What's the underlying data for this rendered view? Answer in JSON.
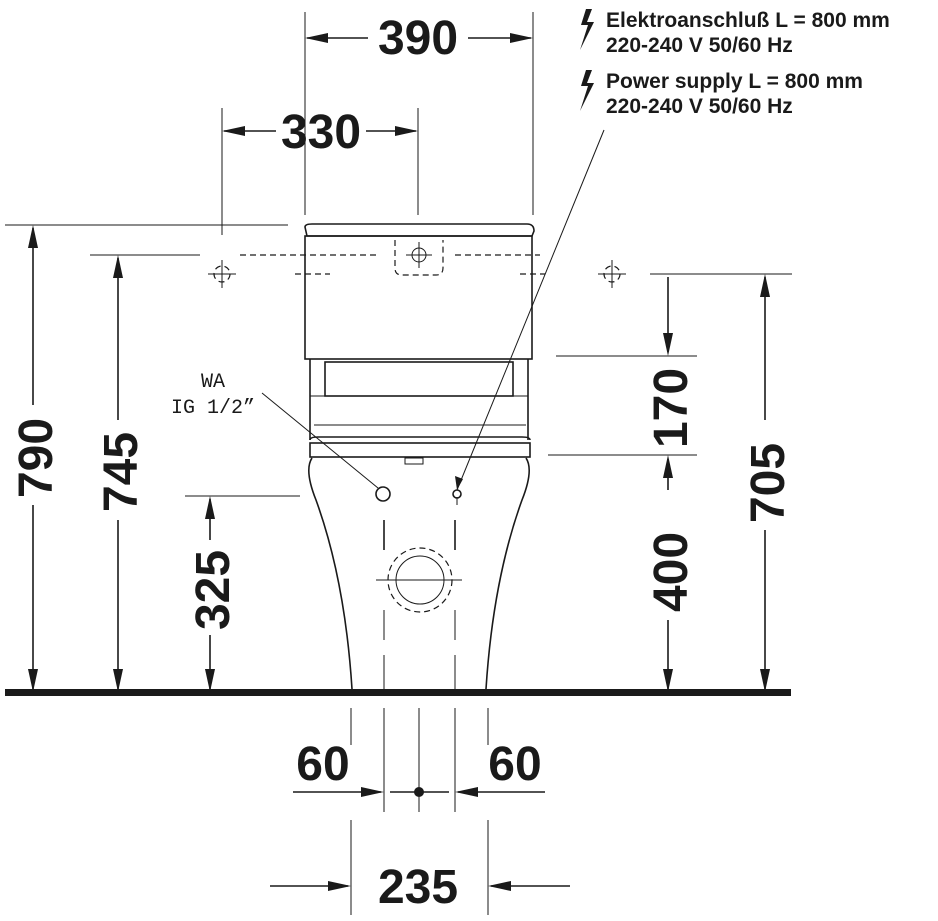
{
  "dimensions": {
    "top_outer": "390",
    "top_inner": "330",
    "overall_height": "790",
    "fixing_height": "745",
    "supply_height": "325",
    "right_upper": "170",
    "right_lower": "400",
    "right_total": "705",
    "offset_left": "60",
    "offset_right": "60",
    "outlet_width": "235"
  },
  "notes": {
    "de_line1": "Elektroanschluß L = 800 mm",
    "de_line2": "220-240 V  50/60 Hz",
    "en_line1": "Power supply L = 800 mm",
    "en_line2": "220-240 V  50/60 Hz"
  },
  "labels": {
    "wa_line1": "WA",
    "wa_line2": "IG 1/2”"
  },
  "icons": {
    "electric": "lightning-bolt-icon"
  }
}
